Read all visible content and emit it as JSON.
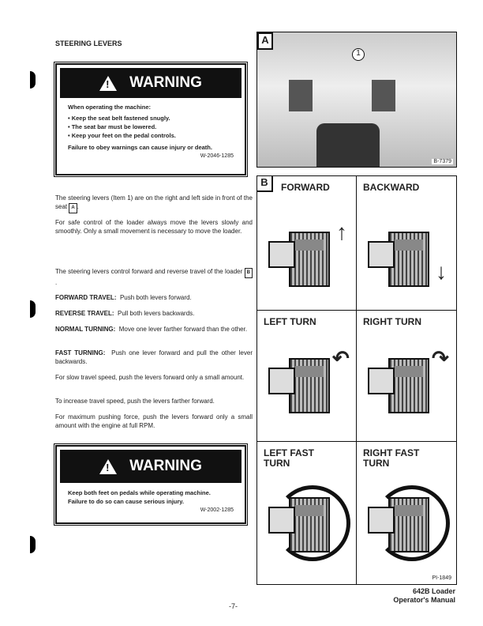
{
  "section_title": "STEERING LEVERS",
  "warning1": {
    "title": "WARNING",
    "intro": "When operating the machine:",
    "bullets": [
      "Keep the seat belt fastened snugly.",
      "The seat bar must be lowered.",
      "Keep your feet on the pedal controls."
    ],
    "footer": "Failure to obey warnings can cause injury or death.",
    "code": "W-2046-1285"
  },
  "paragraphs": {
    "p1a": "The steering levers (Item 1) are on the right and left side in front of the seat",
    "ref_a": "A",
    "p2": "For safe control of the loader always move the levers slowly and smoothly. Only a small movement is necessary to move the loader.",
    "p3a": "The steering levers control forward and reverse travel of the loader",
    "ref_b": "B",
    "fwd_label": "FORWARD TRAVEL:",
    "fwd_text": "Push both levers forward.",
    "rev_label": "REVERSE TRAVEL:",
    "rev_text": "Pull both levers backwards.",
    "norm_label": "NORMAL TURNING:",
    "norm_text": "Move one lever farther forward than the other.",
    "fast_label": "FAST TURNING:",
    "fast_text": "Push one lever forward and pull the other lever backwards.",
    "p4": "For slow travel speed, push the levers forward only a small amount.",
    "p5": "To increase travel speed, push the levers farther forward.",
    "p6": "For maximum pushing force, push the levers forward only a small amount with the engine at full RPM."
  },
  "warning2": {
    "title": "WARNING",
    "line1": "Keep both feet on pedals while operating machine.",
    "line2": "Failure to do so can cause serious injury.",
    "code": "W-2002-1285"
  },
  "figure_a": {
    "label": "A",
    "callout": "1",
    "code": "B-7379"
  },
  "figure_b": {
    "label": "B",
    "cells": [
      "FORWARD",
      "BACKWARD",
      "LEFT TURN",
      "RIGHT TURN",
      "LEFT FAST TURN",
      "RIGHT FAST TURN"
    ],
    "code": "PI-1849"
  },
  "footer": {
    "page": "-7-",
    "model": "642B Loader",
    "manual": "Operator's Manual"
  }
}
